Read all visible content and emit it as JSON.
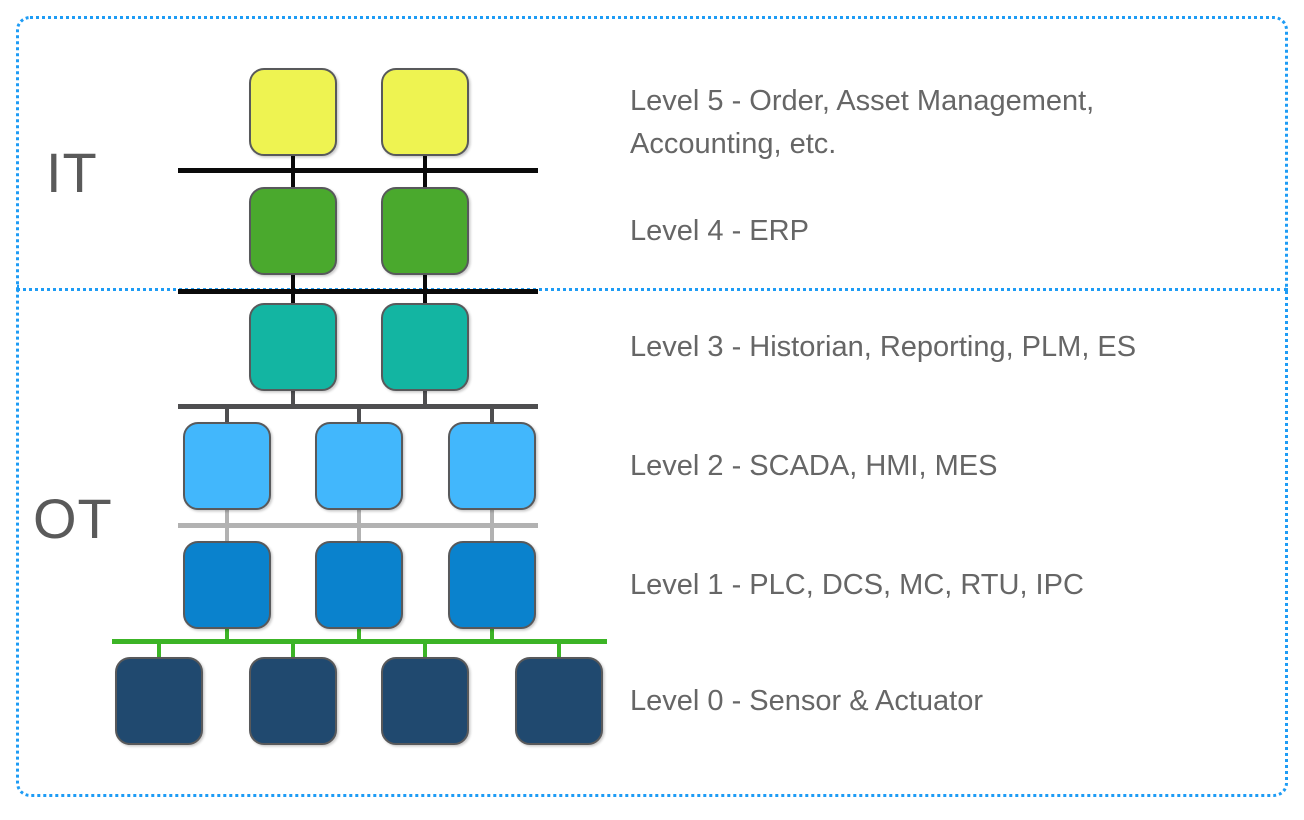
{
  "diagram": {
    "title_implied": "IT / OT automation pyramid (Purdue model levels)",
    "zones": {
      "it_label": "IT",
      "ot_label": "OT"
    },
    "levels": [
      {
        "id": 5,
        "zone": "IT",
        "label": "Level 5 - Order, Asset Management, Accounting, etc.",
        "box_count": 2,
        "box_color": "#eef351"
      },
      {
        "id": 4,
        "zone": "IT",
        "label": "Level 4 - ERP",
        "box_count": 2,
        "box_color": "#4aa92d"
      },
      {
        "id": 3,
        "zone": "OT",
        "label": "Level 3 - Historian, Reporting, PLM, ES",
        "box_count": 2,
        "box_color": "#13b5a2"
      },
      {
        "id": 2,
        "zone": "OT",
        "label": "Level 2 - SCADA, HMI, MES",
        "box_count": 3,
        "box_color": "#42b7fc"
      },
      {
        "id": 1,
        "zone": "OT",
        "label": "Level 1 - PLC, DCS, MC, RTU, IPC",
        "box_count": 3,
        "box_color": "#0a82cd"
      },
      {
        "id": 0,
        "zone": "OT",
        "label": "Level 0 - Sensor & Actuator",
        "box_count": 4,
        "box_color": "#20496f"
      }
    ],
    "buses": [
      {
        "between": "Level 5 and Level 4",
        "color": "#0a0a0a"
      },
      {
        "between": "Level 4 and Level 3",
        "color": "#0a0a0a"
      },
      {
        "between": "Level 3 and Level 2",
        "color": "#4e4e50"
      },
      {
        "between": "Level 2 and Level 1",
        "color": "#b2b2b2"
      },
      {
        "between": "Level 1 and Level 0",
        "color": "#3cb426"
      }
    ],
    "palette": {
      "l5": "#eef351",
      "l4": "#4aa92d",
      "l3": "#13b5a2",
      "l2": "#42b7fc",
      "l1": "#0a82cd",
      "l0": "#20496f",
      "box-border": "#58595b",
      "bus-black": "#0a0a0a",
      "bus-dark-gray": "#4e4e50",
      "bus-light-gray": "#b2b2b2",
      "bus-green": "#3cb426",
      "frame-blue": "#1e9cf5",
      "text-gray": "#666666",
      "zone-gray": "#5a5a5a"
    }
  }
}
